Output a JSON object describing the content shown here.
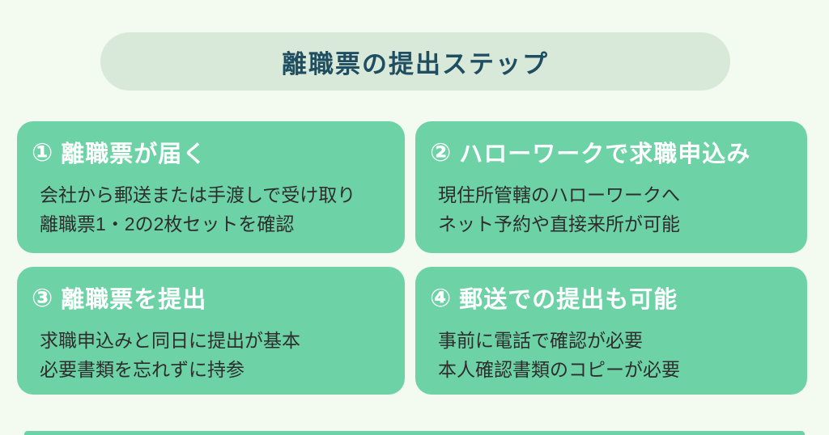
{
  "title": "離職票の提出ステップ",
  "colors": {
    "background": "#f3faf0",
    "title_pill_bg": "#d8e9da",
    "title_text": "#1f4e61",
    "card_bg": "#6ed2a7",
    "heading_text": "#ffffff",
    "body_text": "#2d2d2d",
    "bottom_bar": "#6ed2a7"
  },
  "steps": [
    {
      "number": "①",
      "title": "離職票が届く",
      "lines": [
        "会社から郵送または手渡しで受け取り",
        "離職票1・2の2枚セットを確認"
      ]
    },
    {
      "number": "②",
      "title": "ハローワークで求職申込み",
      "lines": [
        "現住所管轄のハローワークへ",
        "ネット予約や直接来所が可能"
      ]
    },
    {
      "number": "③",
      "title": "離職票を提出",
      "lines": [
        "求職申込みと同日に提出が基本",
        "必要書類を忘れずに持参"
      ]
    },
    {
      "number": "④",
      "title": "郵送での提出も可能",
      "lines": [
        "事前に電話で確認が必要",
        "本人確認書類のコピーが必要"
      ]
    }
  ]
}
